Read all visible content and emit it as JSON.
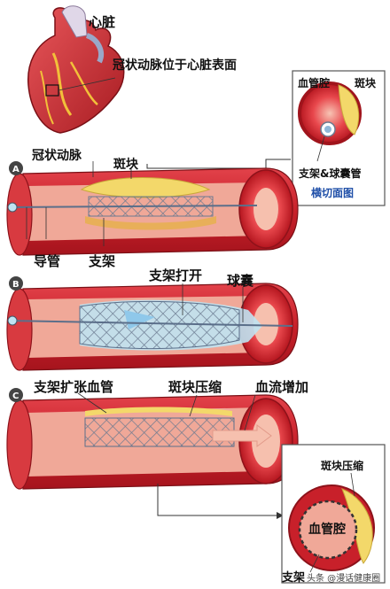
{
  "labels": {
    "heart": "心脏",
    "coronary_location": "冠状动脉位于心脏表面",
    "lumen": "血管腔",
    "plaque": "斑块",
    "stent_balloon": "支架&球囊管",
    "cross_section": "横切面图",
    "coronary_artery": "冠状动脉",
    "plaque_a": "斑块",
    "catheter": "导管",
    "stent_a": "支架",
    "stent_open": "支架打开",
    "balloon": "球囊",
    "stent_expand": "支架扩张血管",
    "plaque_compress": "斑块压缩",
    "blood_flow": "血流增加",
    "plaque_compress_cs": "斑块压缩",
    "lumen_cs": "血管腔",
    "stent_cs": "支架"
  },
  "steps": [
    "A",
    "B",
    "C"
  ],
  "watermark": "头条 @漫话健康圈",
  "colors": {
    "vessel_wall": "#c8202a",
    "vessel_inner": "#e8474c",
    "vessel_lumen": "#f6b8a8",
    "plaque": "#f3d86a",
    "stent": "#7a8aa0",
    "balloon": "#bfe3f2",
    "label_blue": "#1f4fa8"
  }
}
